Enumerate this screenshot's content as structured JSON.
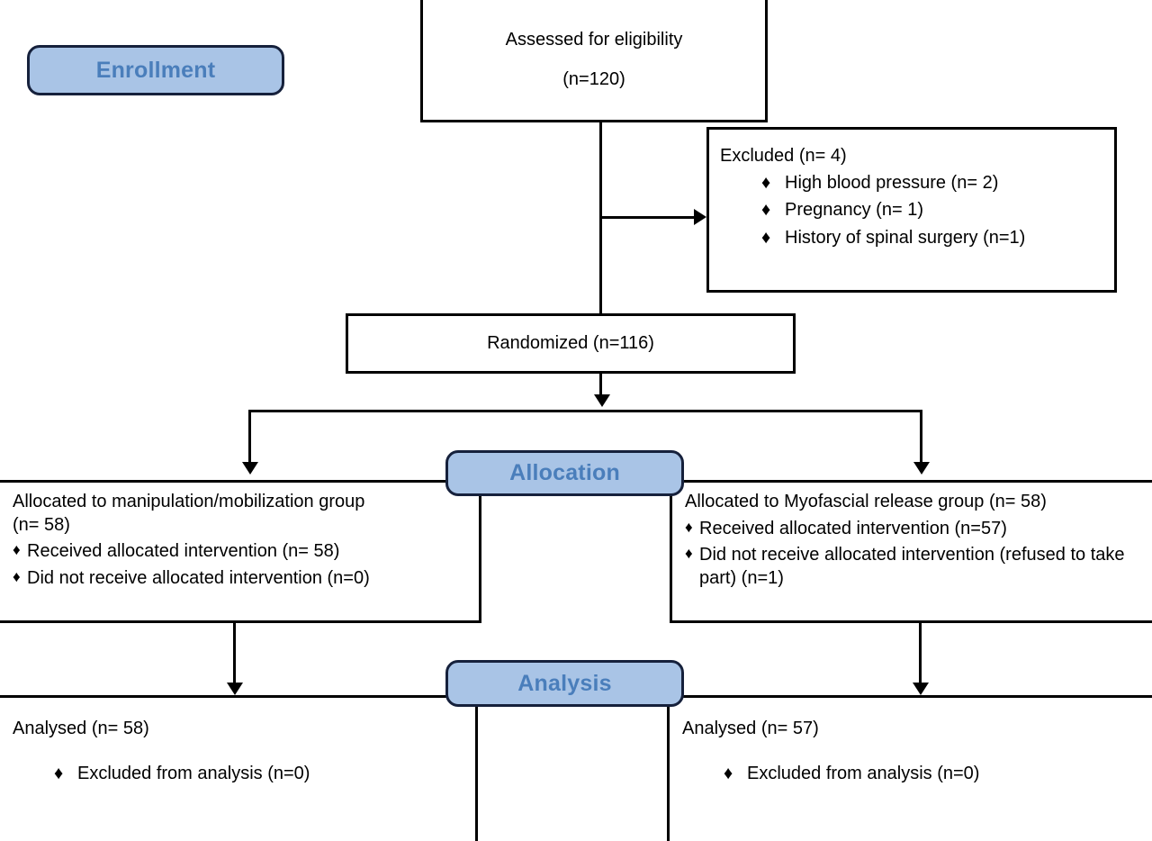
{
  "diagram": {
    "type": "consort-flow-diagram",
    "stages": [
      {
        "key": "enrollment",
        "label": "Enrollment"
      },
      {
        "key": "allocation",
        "label": "Allocation"
      },
      {
        "key": "analysis",
        "label": "Analysis"
      }
    ],
    "colors": {
      "badge_fill": "#a9c4e6",
      "badge_border": "#16213c",
      "badge_text": "#4a7ebb",
      "box_border": "#000000",
      "box_fill": "#ffffff",
      "connector": "#000000"
    },
    "bullet_glyph": "♦"
  },
  "assessed": {
    "title": "Assessed for eligibility",
    "count": "(n=120)"
  },
  "excluded": {
    "title": "Excluded (n= 4)",
    "reasons": [
      "High blood pressure (n= 2)",
      "Pregnancy (n= 1)",
      "History of spinal surgery (n=1)"
    ]
  },
  "randomized": {
    "label": "Randomized (n=116)"
  },
  "allocation_left": {
    "title_line1": "Allocated to manipulation/mobilization group",
    "title_line2": "(n= 58)",
    "items": [
      "Received allocated intervention (n= 58)",
      "Did not receive allocated intervention (n=0)"
    ]
  },
  "allocation_right": {
    "title_line1": "Allocated to Myofascial release group (n= 58)",
    "items": [
      "Received allocated intervention (n=57)",
      "Did not receive allocated intervention (refused to take part) (n=1)"
    ]
  },
  "analysis_left": {
    "title": "Analysed (n= 58)",
    "items": [
      "Excluded from analysis (n=0)"
    ]
  },
  "analysis_right": {
    "title": "Analysed (n= 57)",
    "items": [
      "Excluded from analysis (n=0)"
    ]
  }
}
